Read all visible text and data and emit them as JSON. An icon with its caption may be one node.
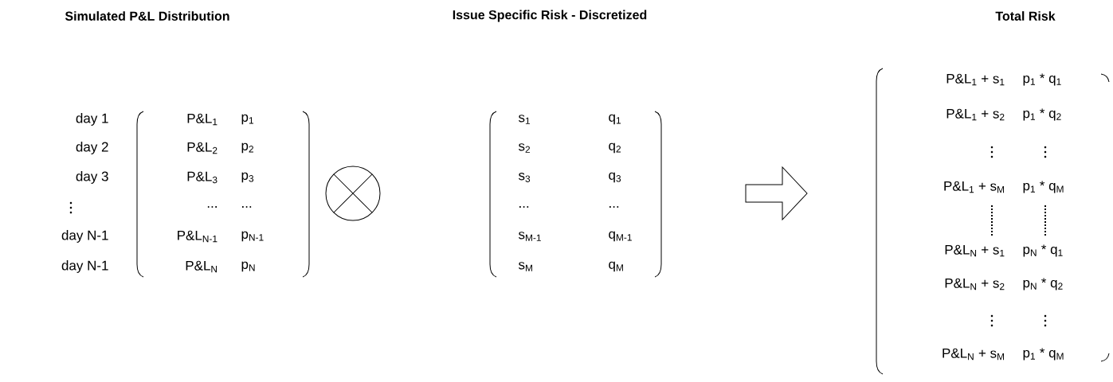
{
  "diagram": {
    "labels": [
      "Simulated P&L Distribution",
      "Issue Specific Risk - Discretized",
      "Total Risk",
      "day 1",
      "day 2",
      "day 3",
      "day N-1",
      "day N-1",
      "P&L$_{1}$",
      "p$_{1}$",
      "P&L$_{2}$",
      "p$_{2}$",
      "P&L$_{3}$",
      "p$_{3}$",
      "...",
      "...",
      "P&L$_{N-1}$",
      "p$_{N-1}$",
      "P&L$_{N}$",
      "p$_{N}$",
      "s$_{1}$",
      "q$_{1}$",
      "s$_{2}$",
      "q$_{2}$",
      "s$_{3}$",
      "q$_{3}$",
      "...",
      "...",
      "s$_{M-1}$",
      "q$_{M-1}$",
      "s$_{M}$",
      "q$_{M}$",
      "P&L$_{1}$ + s$_{1}$",
      "p$_{1}$ * q$_{1}$",
      "P&L$_{1}$ + s$_{2}$",
      "p$_{1}$ * q$_{2}$",
      "P&L$_{1}$ + s$_{M}$",
      "p$_{1}$ * q$_{M}$",
      "P&L$_{N}$ + s$_{1}$",
      "p$_{N}$ * q$_{1}$",
      "P&L$_{N}$ + s$_{2}$",
      "p$_{N}$ * q$_{2}$",
      "P&L$_{N}$ + s$_{M}$",
      "p$_{1}$ * q$_{M}$"
    ]
  }
}
